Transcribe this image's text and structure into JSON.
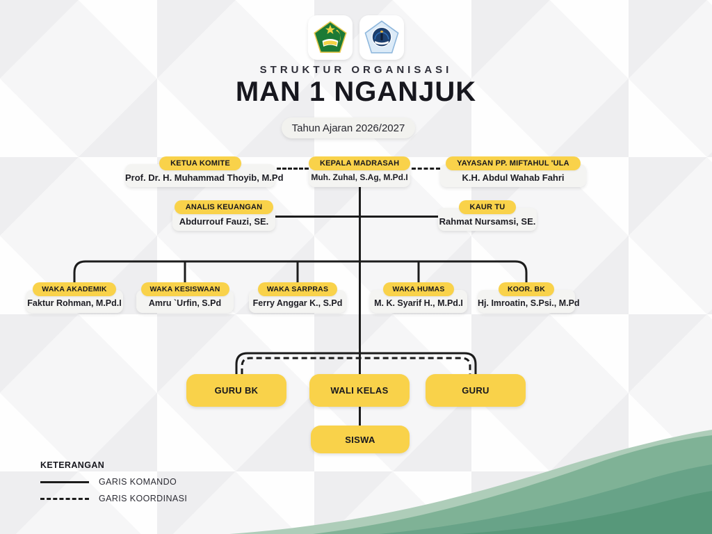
{
  "header": {
    "subtitle": "STRUKTUR ORGANISASI",
    "title": "MAN 1 NGANJUK",
    "school_year": "Tahun Ajaran 2026/2027",
    "logos": [
      {
        "name": "kemenag-logo",
        "description": "Kementerian Agama pentagon emblem"
      },
      {
        "name": "man1-nganjuk-logo",
        "description": "MAN 1 Nganjuk school emblem"
      }
    ]
  },
  "org": {
    "units": [
      {
        "id": "ketua-komite",
        "title": "KETUA KOMITE",
        "name": "Prof. Dr. H. Muhammad Thoyib, M.Pd"
      },
      {
        "id": "kepala-madrasah",
        "title": "KEPALA MADRASAH",
        "name": "Muh. Zuhal, S.Ag, M.Pd.I"
      },
      {
        "id": "yayasan",
        "title": "YAYASAN PP. MIFTAHUL 'ULA",
        "name": "K.H. Abdul Wahab Fahri"
      },
      {
        "id": "analis-keuangan",
        "title": "ANALIS KEUANGAN",
        "name": "Abdurrouf Fauzi, SE."
      },
      {
        "id": "kaur-tu",
        "title": "KAUR TU",
        "name": "Rahmat Nursamsi, SE."
      },
      {
        "id": "waka-akademik",
        "title": "WAKA AKADEMIK",
        "name": "Faktur Rohman, M.Pd.I"
      },
      {
        "id": "waka-kesiswaan",
        "title": "WAKA KESISWAAN",
        "name": "Amru `Urfin, S.Pd"
      },
      {
        "id": "waka-sarpras",
        "title": "WAKA SARPRAS",
        "name": "Ferry Anggar K., S.Pd"
      },
      {
        "id": "waka-humas",
        "title": "WAKA HUMAS",
        "name": "M. K. Syarif H., M.Pd.I"
      },
      {
        "id": "koor-bk",
        "title": "KOOR. BK",
        "name": "Hj. Imroatin, S.Psi., M.Pd"
      }
    ],
    "role_boxes": [
      {
        "id": "guru-bk",
        "label": "GURU BK"
      },
      {
        "id": "wali-kelas",
        "label": "WALI KELAS"
      },
      {
        "id": "guru",
        "label": "GURU"
      },
      {
        "id": "siswa",
        "label": "SISWA"
      }
    ]
  },
  "legend": {
    "title": "KETERANGAN",
    "items": [
      {
        "style": "solid",
        "label": "GARIS KOMANDO"
      },
      {
        "style": "dashed",
        "label": "GARIS KOORDINASI"
      }
    ]
  },
  "colors": {
    "accent_yellow": "#f9d24a",
    "card_bg": "#f4f4f2",
    "line": "#1c1c1c",
    "green_wave_light": "#aecdb9",
    "green_wave_mid": "#7fb296",
    "green_wave_dark": "#57987a"
  }
}
